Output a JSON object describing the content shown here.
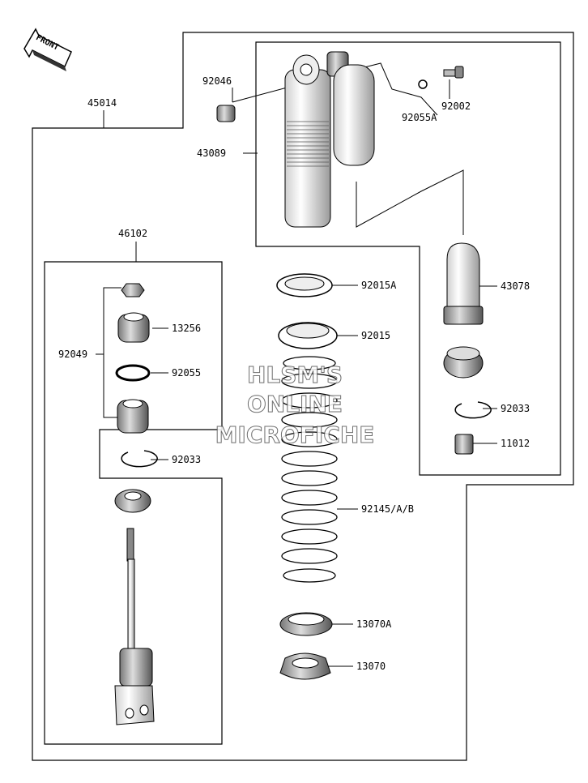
{
  "front_label": "FRONT",
  "watermark": {
    "line1": "HLSM'S",
    "line2": "ONLINE",
    "line3": "MICROFICHE"
  },
  "parts": {
    "p45014": "45014",
    "p92046": "92046",
    "p43089": "43089",
    "p92002": "92002",
    "p92055A": "92055A",
    "p46102": "46102",
    "p92049": "92049",
    "p13256": "13256",
    "p92055": "92055",
    "p92033a": "92033",
    "p92015A": "92015A",
    "p92015": "92015",
    "p92145": "92145/A/B",
    "p13070A": "13070A",
    "p13070": "13070",
    "p43078": "43078",
    "p92033b": "92033",
    "p11012": "11012"
  }
}
